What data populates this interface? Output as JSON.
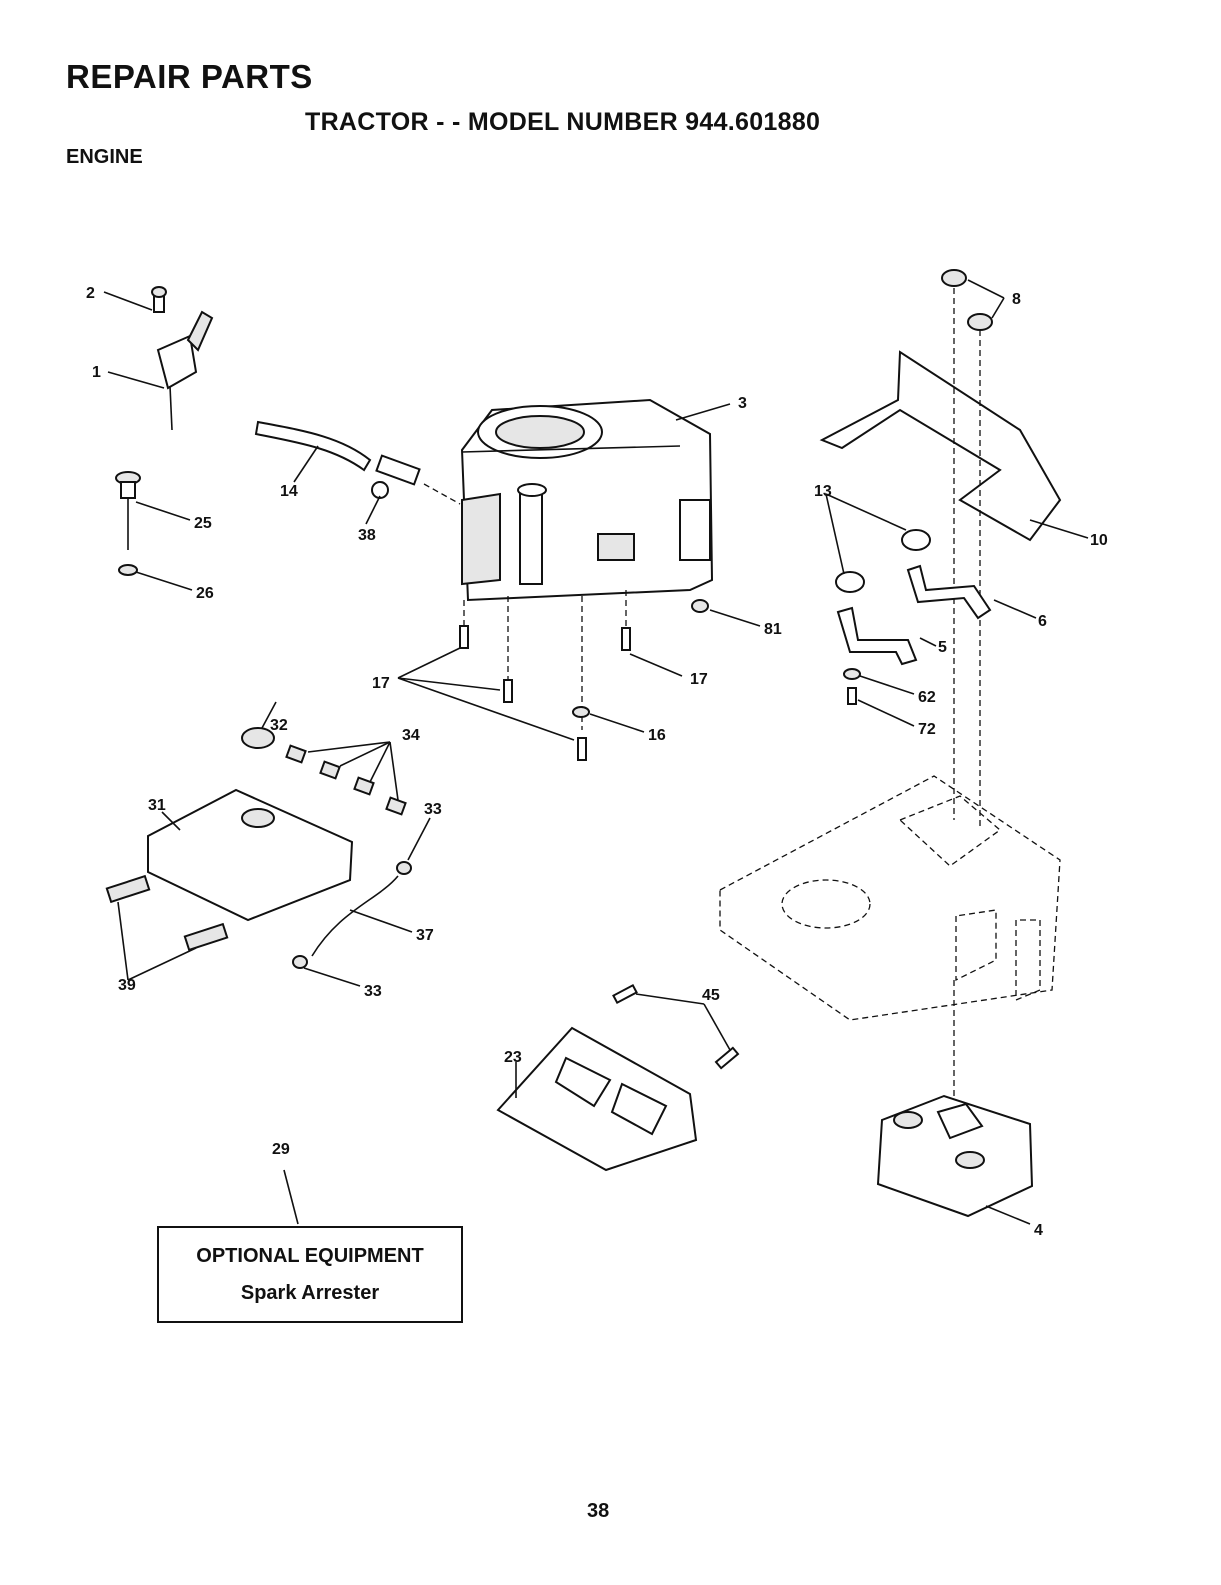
{
  "header": {
    "title": "REPAIR PARTS",
    "subtitle": "TRACTOR - - MODEL NUMBER 944.601880",
    "section": "ENGINE"
  },
  "callouts": {
    "c1": "1",
    "c2": "2",
    "c3": "3",
    "c4": "4",
    "c5": "5",
    "c6": "6",
    "c8": "8",
    "c10": "10",
    "c13": "13",
    "c14": "14",
    "c16": "16",
    "c17a": "17",
    "c17b": "17",
    "c23": "23",
    "c25": "25",
    "c26": "26",
    "c29": "29",
    "c31": "31",
    "c32": "32",
    "c33a": "33",
    "c33b": "33",
    "c34": "34",
    "c37": "37",
    "c38": "38",
    "c39": "39",
    "c45": "45",
    "c62": "62",
    "c72": "72",
    "c81": "81"
  },
  "optional_equipment": {
    "title": "OPTIONAL EQUIPMENT",
    "item": "Spark Arrester"
  },
  "footer": {
    "page_number": "38"
  }
}
